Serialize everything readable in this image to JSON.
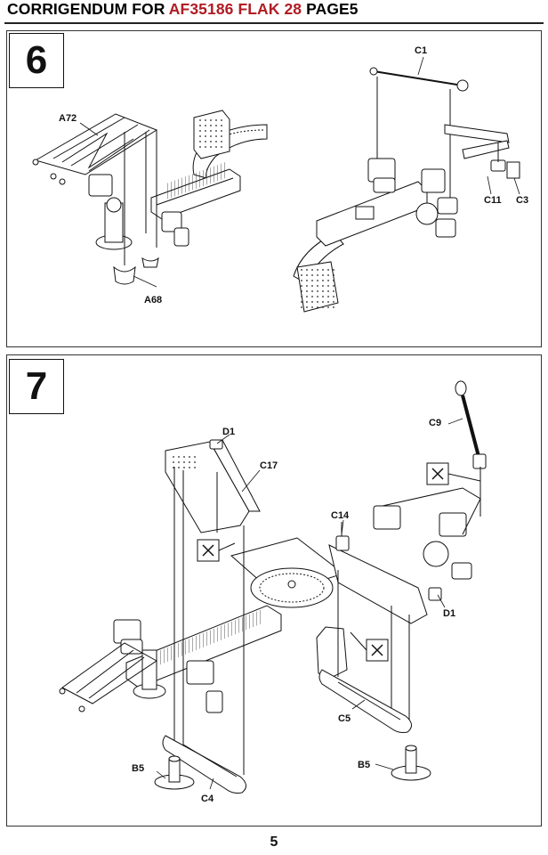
{
  "header": {
    "prefix": "CORRIGENDUM FOR",
    "kit_code": "AF35186 FLAK 28",
    "suffix": "PAGE5",
    "accent_color": "#b01c24"
  },
  "steps": [
    {
      "number": "6",
      "callouts": {
        "a72": "A72",
        "a68": "A68",
        "c1": "C1",
        "c11": "C11",
        "c3": "C3"
      }
    },
    {
      "number": "7",
      "callouts": {
        "d1_top": "D1",
        "c17": "C17",
        "c9": "C9",
        "c14": "C14",
        "d1_right": "D1",
        "c5": "C5",
        "b5_left": "B5",
        "c4": "C4",
        "b5_right": "B5"
      },
      "icons": [
        "no-glue-icon",
        "no-glue-icon",
        "no-glue-icon"
      ]
    }
  ],
  "page_number": "5"
}
